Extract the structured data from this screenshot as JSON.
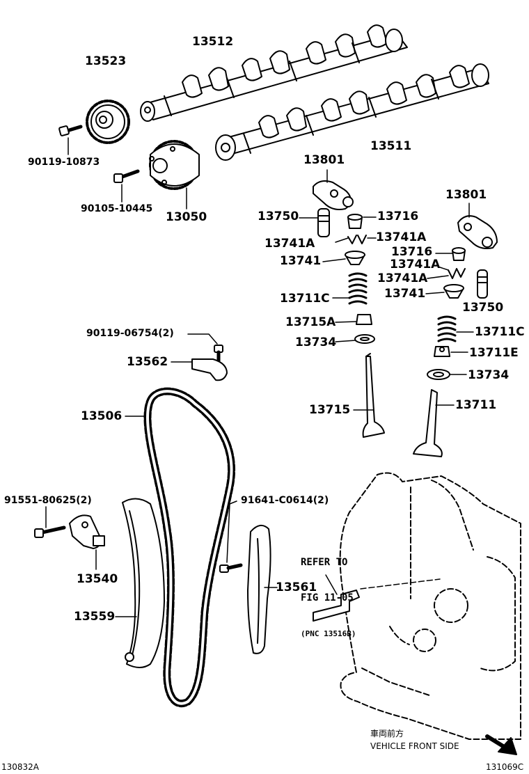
{
  "parts": {
    "p13512": "13512",
    "p13523": "13523",
    "p90119_10873": "90119-10873",
    "p13511": "13511",
    "p13801_a": "13801",
    "p90105_10445": "90105-10445",
    "p13050": "13050",
    "p13750_a": "13750",
    "p13716_a": "13716",
    "p13801_b": "13801",
    "p13741A_1": "13741A",
    "p13741A_2": "13741A",
    "p13741_a": "13741",
    "p13716_b": "13716",
    "p13741A_3": "13741A",
    "p13741A_4": "13741A",
    "p13741_b": "13741",
    "p13711C_a": "13711C",
    "p13750_b": "13750",
    "p13715A": "13715A",
    "p13711C_b": "13711C",
    "p90119_06754": "90119-06754(2)",
    "p13734_a": "13734",
    "p13711E": "13711E",
    "p13562": "13562",
    "p13734_b": "13734",
    "p13506": "13506",
    "p13715": "13715",
    "p13711": "13711",
    "p91551_80625": "91551-80625(2)",
    "p91641_C0614": "91641-C0614(2)",
    "p13540": "13540",
    "p13561": "13561",
    "p13559": "13559"
  },
  "refer": {
    "line1": "REFER TO",
    "line2": "FIG 11-05",
    "line3": "(PNC 13516B)"
  },
  "front": {
    "jp": "車両前方",
    "en": "VEHICLE FRONT SIDE"
  },
  "codes": {
    "left": "130832A",
    "right": "131069C"
  }
}
